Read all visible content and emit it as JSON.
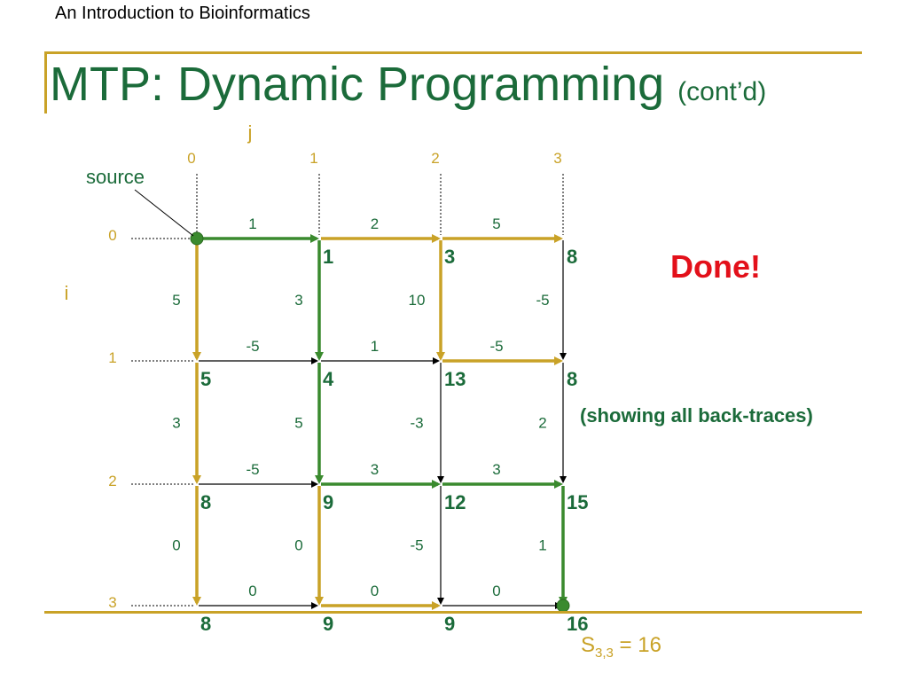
{
  "header": {
    "course": "An Introduction to Bioinformatics"
  },
  "title": {
    "main": "MTP: Dynamic Programming",
    "sub": "(cont’d)"
  },
  "labels": {
    "j_axis": "j",
    "i_axis": "i",
    "source": "source"
  },
  "col_indices": [
    "0",
    "1",
    "2",
    "3"
  ],
  "row_indices": [
    "0",
    "1",
    "2",
    "3"
  ],
  "horizontal_weights": [
    [
      "1",
      "2",
      "5"
    ],
    [
      "-5",
      "1",
      "-5"
    ],
    [
      "-5",
      "3",
      "3"
    ],
    [
      "0",
      "0",
      "0"
    ]
  ],
  "vertical_weights": [
    [
      "5",
      "3",
      "10",
      "-5"
    ],
    [
      "3",
      "5",
      "-3",
      "2"
    ],
    [
      "0",
      "0",
      "-5",
      "1"
    ]
  ],
  "node_scores": [
    [
      "",
      "1",
      "3",
      "8"
    ],
    [
      "5",
      "4",
      "13",
      "8"
    ],
    [
      "8",
      "9",
      "12",
      "15"
    ],
    [
      "8",
      "9",
      "9",
      "16"
    ]
  ],
  "backtrace_horizontal": [
    [
      "green",
      "gold",
      "gold"
    ],
    [
      "black",
      "black",
      "gold"
    ],
    [
      "black",
      "green",
      "green"
    ],
    [
      "black",
      "gold",
      "black"
    ]
  ],
  "backtrace_vertical": [
    [
      "gold",
      "green",
      "gold",
      "black"
    ],
    [
      "gold",
      "green",
      "black",
      "black"
    ],
    [
      "gold",
      "gold",
      "black",
      "green"
    ]
  ],
  "status": {
    "done": "Done!",
    "note": "(showing all back-traces)"
  },
  "result": {
    "prefix": "S",
    "subscript": "3,3",
    "suffix": " = 16"
  },
  "colors": {
    "green": "#3a8a2e",
    "gold": "#c9a227",
    "black": "#000000",
    "accent_red": "#e3101a",
    "title_green": "#1b6b3a"
  }
}
